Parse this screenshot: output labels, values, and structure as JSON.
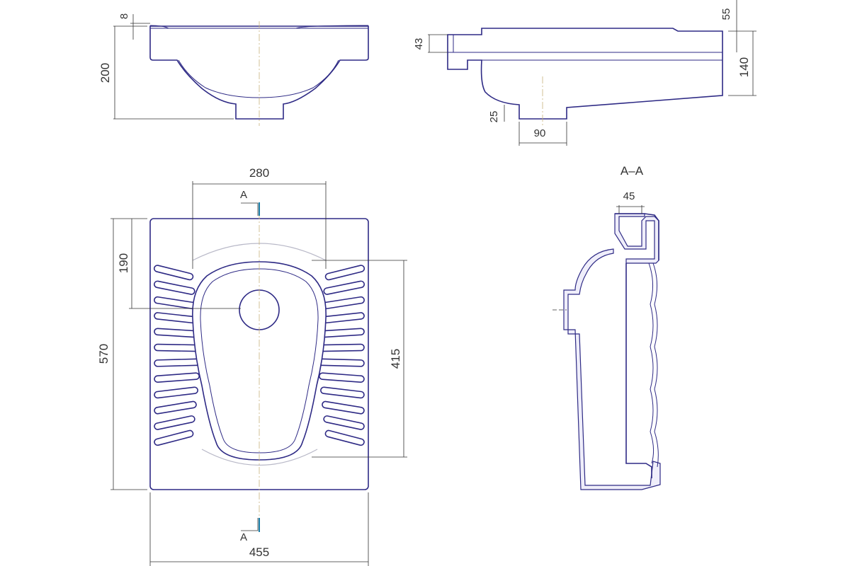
{
  "section": {
    "title": "А–А",
    "marker": "А"
  },
  "dimensions": {
    "top_offset": "8",
    "front_height": "200",
    "rim_height": "55",
    "step_height": "43",
    "side_height": "140",
    "outlet_length": "25",
    "outlet_diameter": "90",
    "hole_spacing": "280",
    "hole_offset": "190",
    "overall_length": "570",
    "bowl_length": "415",
    "overall_width": "455",
    "section_width": "45"
  },
  "colors": {
    "outline": "#2e2a85",
    "dimension": "#333333",
    "axis": "#c8b27a"
  }
}
